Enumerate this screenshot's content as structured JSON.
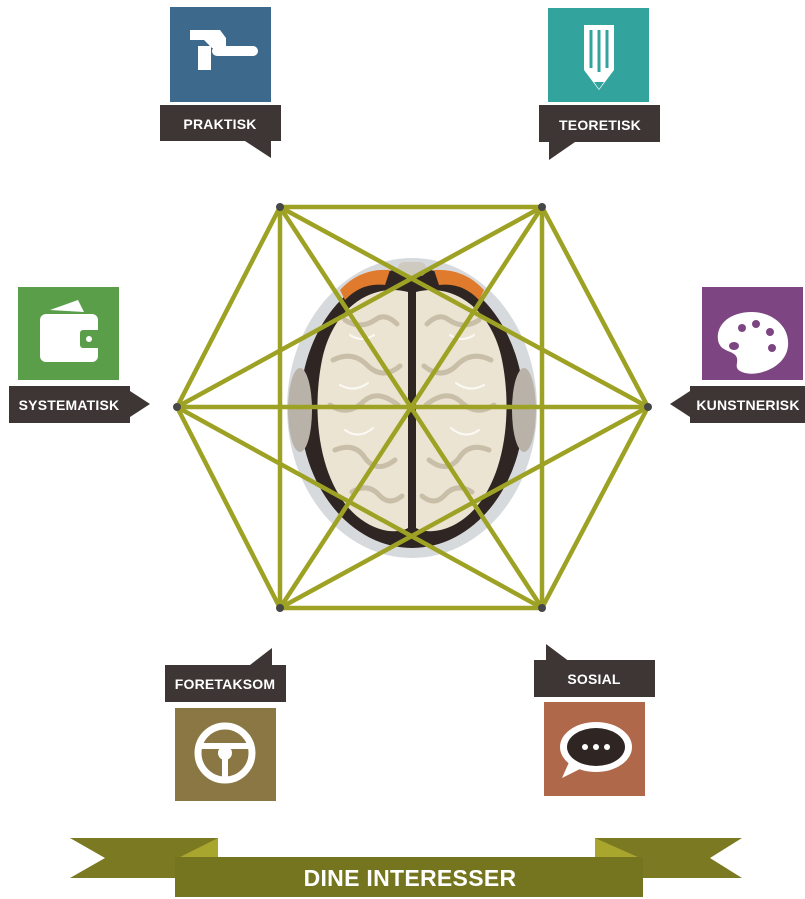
{
  "categories": [
    {
      "key": "praktisk",
      "label": "PRAKTISK",
      "color": "#3d6a8c",
      "icon": "hammer-icon"
    },
    {
      "key": "teoretisk",
      "label": "TEORETISK",
      "color": "#33a39d",
      "icon": "pencil-icon"
    },
    {
      "key": "systematisk",
      "label": "SYSTEMATISK",
      "color": "#5a9e4a",
      "icon": "wallet-icon"
    },
    {
      "key": "kunstnerisk",
      "label": "KUNSTNERISK",
      "color": "#7d4683",
      "icon": "palette-icon"
    },
    {
      "key": "foretaksom",
      "label": "FORETAKSOM",
      "color": "#8a7743",
      "icon": "steering-wheel-icon"
    },
    {
      "key": "sosial",
      "label": "SOSIAL",
      "color": "#b0684a",
      "icon": "speech-bubble-icon"
    }
  ],
  "banner": {
    "label": "DINE INTERESSER",
    "color": "#7b7a23",
    "dark": "#5c5b18",
    "light": "#a8a62c"
  },
  "colors": {
    "label_bg": "#3e3535",
    "hexagon": "#9ea224",
    "dashed": "#474747",
    "brain": "#ece4d2",
    "brain_dark": "#3b2f2a"
  }
}
